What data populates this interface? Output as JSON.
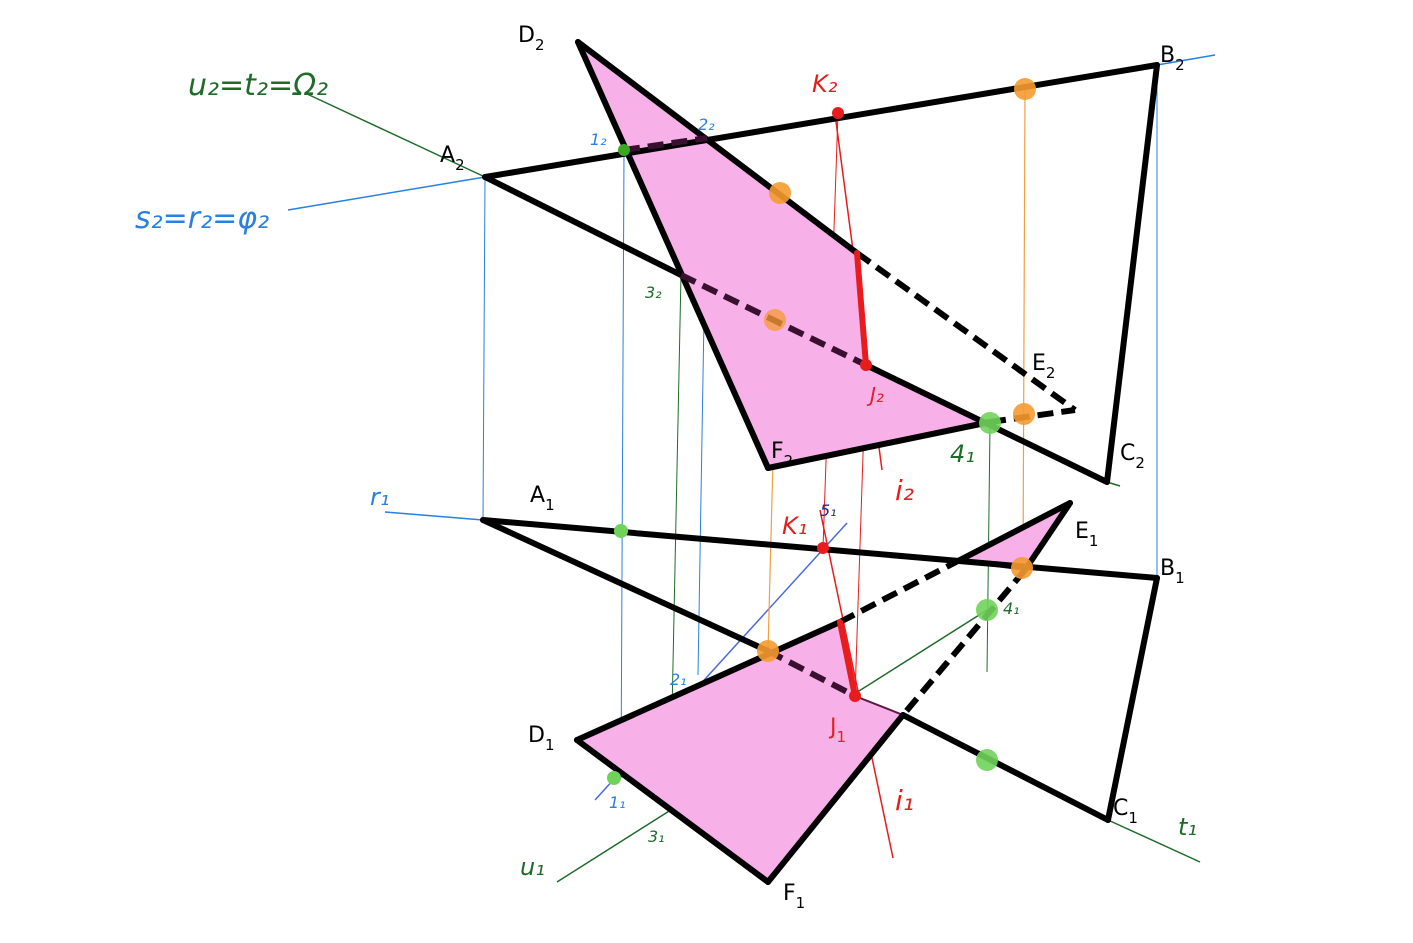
{
  "labels": {
    "D2": "D",
    "D2_sub": "2",
    "B2": "B",
    "B2_sub": "2",
    "A2": "A",
    "A2_sub": "2",
    "E2": "E",
    "E2_sub": "2",
    "F2": "F",
    "F2_sub": "2",
    "C2": "C",
    "C2_sub": "2",
    "A1": "A",
    "A1_sub": "1",
    "E1": "E",
    "E1_sub": "1",
    "B1": "B",
    "B1_sub": "1",
    "D1": "D",
    "D1_sub": "1",
    "J1": "J",
    "J1_sub": "1",
    "C1": "C",
    "C1_sub": "1",
    "F1": "F",
    "F1_sub": "1"
  },
  "hand_labels": {
    "u2_t2_o2": "u₂=t₂=Ω₂",
    "s2_r2_phi2": "s₂=r₂=φ₂",
    "r1": "r₁",
    "u1": "u₁",
    "t1": "t₁",
    "K2": "K₂",
    "K1": "K₁",
    "i2": "i₂",
    "i1": "i₁",
    "J2": "J₂",
    "n1_2": "1₂",
    "n2_2": "2₂",
    "n3_2": "3₂",
    "n4_1_top": "4₁",
    "n5_1": "5₁",
    "n4_1": "4₁",
    "n2_1": "2₁",
    "n1_1": "1₁",
    "n3_1": "3₁"
  },
  "colors": {
    "edge": "#000000",
    "fill": "#f7b0e8",
    "fill_edge": "#5a1a45",
    "red": "#e81c1c",
    "green": "#1f6b2a",
    "blue": "#2a7fe0",
    "orange_line": "#f0a040",
    "orange_dot": "#f59a30",
    "green_dot": "#6fd35a"
  }
}
